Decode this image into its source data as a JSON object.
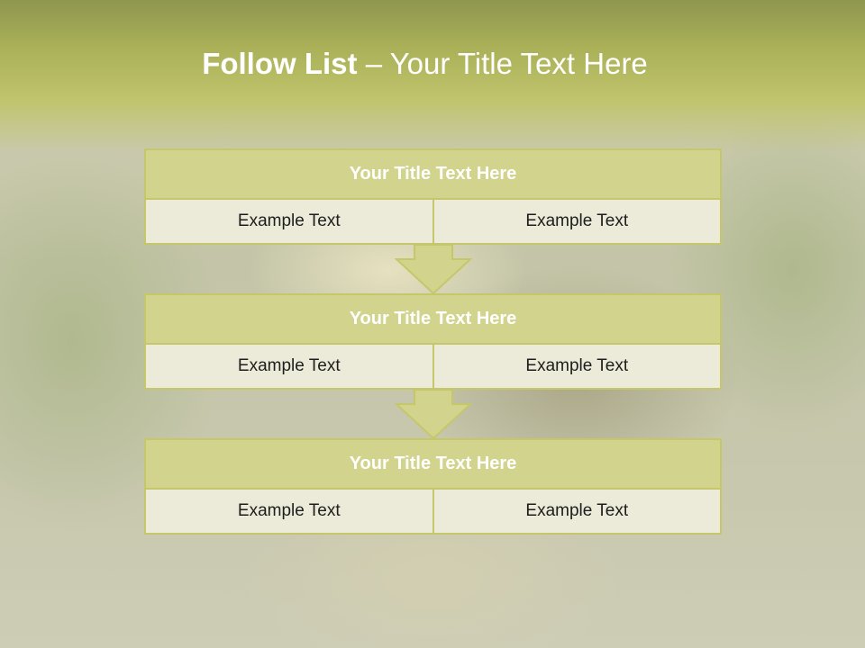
{
  "slide": {
    "title_bold": "Follow List",
    "title_rest": " – Your Title Text Here"
  },
  "steps": [
    {
      "title": "Your Title Text Here",
      "left": "Example Text",
      "right": "Example Text"
    },
    {
      "title": "Your Title Text Here",
      "left": "Example Text",
      "right": "Example Text"
    },
    {
      "title": "Your Title Text Here",
      "left": "Example Text",
      "right": "Example Text"
    }
  ],
  "colors": {
    "header_band": "#a9b057",
    "title_box": "#d2d48d",
    "cell_box": "#ecebd9",
    "border": "#c5c76a",
    "arrow_fill": "#d2d48d"
  }
}
